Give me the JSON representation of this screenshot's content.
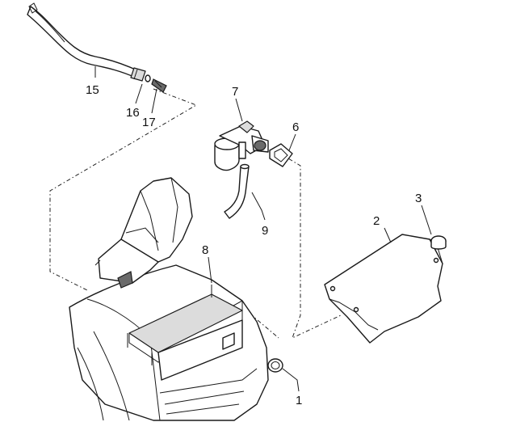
{
  "callouts": {
    "c1": "1",
    "c2": "2",
    "c3": "3",
    "c6": "6",
    "c7": "7",
    "c8": "8",
    "c9": "9",
    "c15": "15",
    "c16": "16",
    "c17": "17"
  }
}
